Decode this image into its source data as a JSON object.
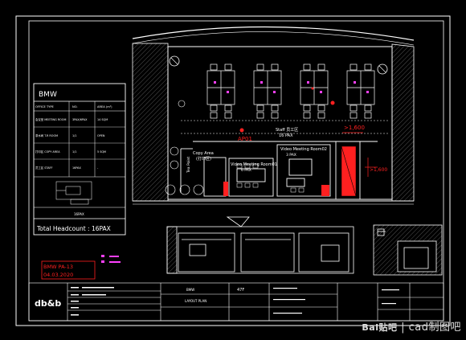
{
  "app": {
    "watermark_brand": "Bai",
    "watermark_paw": "贴吧",
    "watermark_site": "| cad制图吧"
  },
  "table": {
    "title": "BMW",
    "headers": [
      "OFFICE TYPE",
      "NO.",
      "AREA (m²)"
    ],
    "rows": [
      [
        "会议室 MEETING ROOM",
        "3PAX/6PAX",
        "14 SQM"
      ],
      [
        "茶水间 T.R ROOM",
        "1/1",
        "OPEN"
      ],
      [
        "打印区 COPY AREA",
        "1/1",
        "5 SQM"
      ],
      [
        "员工区 STAFF",
        "16PAX",
        "-"
      ]
    ],
    "footer_label": "16PAX",
    "headcount": "Total Headcount : 16PAX"
  },
  "plan": {
    "labels": {
      "ap01": "AP01",
      "staff": "Staff 员工区",
      "staff_pax": "16 PAX",
      "copy_area": "Copy Area",
      "copy_area_cn": "(打印区)",
      "tea_point": "Tea Point",
      "video_meeting_1": "Video Meeting Room01",
      "video_meeting_1_pax": "6 PAX",
      "video_meeting_2": "Video Meeting Room02",
      "video_meeting_2_pax": "3 PAX",
      "dim_1": ">1,600",
      "dim_2": ">1,600"
    }
  },
  "stamp": {
    "line1": "BMW PA-13",
    "line2": "04.03.2020"
  },
  "title_block": {
    "logo": "db&b",
    "project": "BMW",
    "sheet": "LAYOUT PLAN",
    "floor": "47F"
  },
  "colors": {
    "red": "#ff2020",
    "wall": "#ffffff",
    "hatch": "#9a9a9a",
    "magenta": "#ff40ff"
  }
}
